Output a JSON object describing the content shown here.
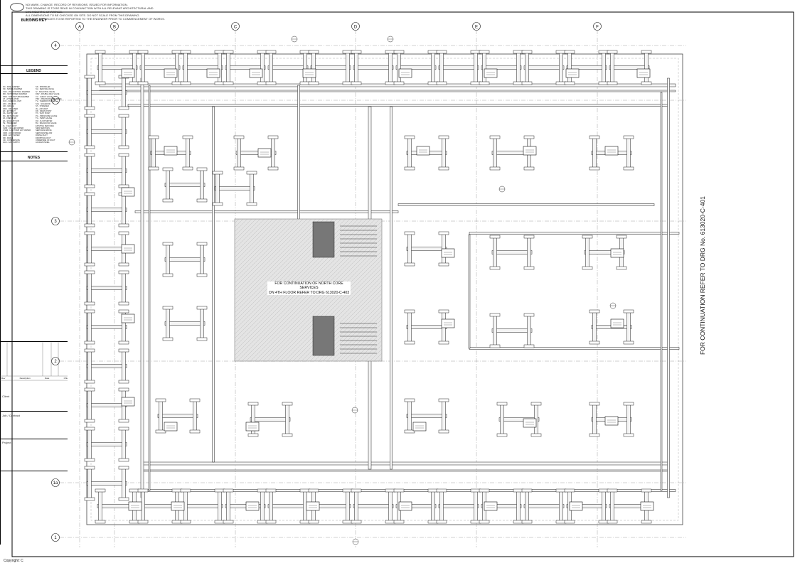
{
  "header_notes": [
    "NO MARK. CHANGE. RECORD OF REVISIONS. ISSUED FOR INFORMATION.",
    "THIS DRAWING IS TO BE READ IN CONJUNCTION WITH ALL RELEVANT ARCHITECTURAL AND ENGINEERING DRAWINGS.",
    "ALL DIMENSIONS TO BE CHECKED ON SITE. DO NOT SCALE FROM THIS DRAWING.",
    "ANY DISCREPANCIES TO BE REPORTED TO THE ENGINEER PRIOR TO COMMENCEMENT OF WORKS."
  ],
  "grid": {
    "columns": [
      "A",
      "B",
      "C",
      "D",
      "E",
      "F"
    ],
    "rows": [
      "4",
      "3C",
      "3",
      "2",
      "1a",
      "1"
    ]
  },
  "core_note": {
    "line1": "FOR CONTINUATION OF NORTH CORE SERVICES",
    "line2": "ON 4TH FLOOR REFER TO DRG 613020-C-403"
  },
  "continuation_note": "FOR CONTINUATION REFER TO DRG No. 613020-C-401",
  "title_block": {
    "building_key": "BUILDING KEY",
    "legend": "LEGEND",
    "notes": "NOTES",
    "legend_left": [
      "FD - FIRE DAMPER",
      "SD - SMOKE DAMPER",
      "VCD - VOL CONTROL DAMPER",
      "MD - MOTORISED DAMPER",
      "NRD - NON RETURN DAMPER",
      "AT - ATTENUATOR",
      "FCU - FAN COIL UNIT",
      "VAV - VAV BOX",
      "GR - GRILLE",
      "DIFF - DIFFUSER",
      "EX - EXTRACT",
      "SA - SUPPLY AIR",
      "RA - RETURN AIR",
      "FA - FRESH AIR",
      "EA - EXHAUST AIR",
      "TE - TRANSFER",
      "FL - FLEX DUCT",
      "CHW - CHILLED WATER",
      "LTHW - LOW TEMP HOT WATER",
      "CWS - COLD WATER",
      "HWS - HOT WATER",
      "DR - DRAIN",
      "CD - CONDENSATE",
      "GAS - GAS SUPPLY"
    ],
    "legend_right": [
      "SP - SPRINKLER",
      "SV - SERVICE VALVE",
      "IV - ISOLATING VALVE",
      "DRV - DOUBLE REG VALVE",
      "CV - CHECK VALVE",
      "PRV - PRESSURE RED VALVE",
      "TV - THERMOSTATIC",
      "SOL - SOLENOID",
      "ST - STRAINER",
      "AV - AIR VENT",
      "DP - DRAIN POINT",
      "TP - TEST POINT",
      "PG - PRESSURE GAUGE",
      "TG - TEMP GAUGE",
      "FM - FLOW METER",
      "BV - BALANCING VALVE",
      "EXISTING SERVICES",
      "NEW SERVICES",
      "SERVICES ABOVE",
      "SERVICES BELOW",
      "RISING DUCT",
      "DROPPING DUCT",
      "UNDERSIDE OF DUCT",
      "ACCESS PANEL"
    ],
    "revision_header": [
      "Rev",
      "Description",
      "Date",
      "Chk"
    ],
    "fields": [
      "Client",
      "Job / Contract",
      "Project"
    ]
  },
  "copyright": "Copyright: C",
  "colors": {
    "line": "#1a1a1a",
    "duct_fill": "#f2f2f2",
    "hatch": "#9a9a9a",
    "core": "#d8d8d8"
  }
}
